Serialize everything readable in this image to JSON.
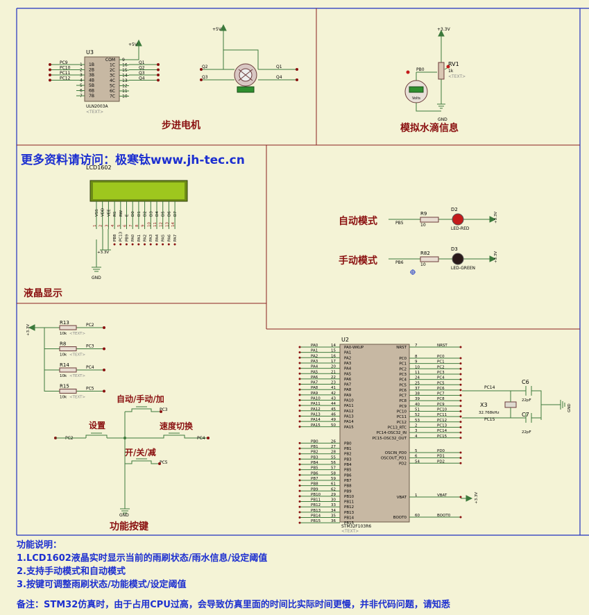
{
  "sections": {
    "stepper_motor": "步进电机",
    "water_sim": "模拟水滴信息",
    "lcd": "液晶显示",
    "keys": "功能按键"
  },
  "banner": "更多资料请访问：极寒钛www.jh-tec.cn",
  "mode_labels": {
    "auto": "自动模式",
    "manual": "手动模式"
  },
  "key_labels": {
    "auto_manual_add": "自动/手动/加",
    "set": "设置",
    "speed": "速度切换",
    "onoff_sub": "开/关/减"
  },
  "notes": {
    "title": "功能说明：",
    "items": [
      "1.LCD1602液晶实时显示当前的雨刷状态/雨水信息/设定阈值",
      "2.支持手动模式和自动模式",
      "3.按键可调整雨刷状态/功能模式/设定阈值"
    ],
    "remark": "备注：STM32仿真时，由于占用CPU过高，会导致仿真里面的时间比实际时间更慢，并非代码问题，请知悉"
  },
  "components": {
    "uln2003": {
      "ref": "U3",
      "part": "ULN2003A",
      "text": "<TEXT>",
      "left_nets": [
        "PC9",
        "PC10",
        "PC11",
        "PC12"
      ],
      "left_pins": [
        "1B",
        "2B",
        "3B",
        "4B",
        "5B",
        "6B",
        "7B"
      ],
      "left_nums": [
        "1",
        "2",
        "3",
        "4",
        "5",
        "6",
        "7"
      ],
      "right_pins": [
        "COM",
        "1C",
        "2C",
        "3C",
        "4C",
        "5C",
        "6C",
        "7C"
      ],
      "right_nums": [
        "9",
        "16",
        "15",
        "14",
        "13",
        "12",
        "11",
        "10"
      ],
      "right_nets": [
        "Q1",
        "Q2",
        "Q3",
        "Q4"
      ],
      "vcc": "+5V"
    },
    "motor": {
      "vcc": "+5V",
      "nets": [
        "Q2",
        "Q3",
        "Q1",
        "Q4"
      ]
    },
    "rv1": {
      "ref": "RV1",
      "value": "1k",
      "text": "<TEXT>",
      "net": "PB0",
      "vcc": "+3.3V",
      "gnd": "GND",
      "meter": "Volts"
    },
    "lcd": {
      "ref": "LCD1602",
      "pins": [
        "VSS",
        "VDD",
        "VEE",
        "RS",
        "RW",
        "E",
        "D0",
        "D1",
        "D2",
        "D3",
        "D4",
        "D5",
        "D6",
        "D7"
      ],
      "nums": [
        "1",
        "2",
        "3",
        "4",
        "5",
        "6",
        "7",
        "8",
        "9",
        "10",
        "11",
        "12",
        "13",
        "14"
      ],
      "nets": [
        "PB8",
        "PC13",
        "PB9",
        "PA0",
        "PA1",
        "PA2",
        "PA3",
        "PA4",
        "PA5",
        "PA6",
        "PA7"
      ],
      "vcc": "+3.3V",
      "gnd": "GND"
    },
    "leds": [
      {
        "net": "PB5",
        "res_ref": "R9",
        "res_val": "10",
        "led_ref": "D2",
        "led_part": "LED-RED",
        "vcc": "+3.3V"
      },
      {
        "net": "PB6",
        "res_ref": "R82",
        "res_val": "10",
        "led_ref": "D3",
        "led_part": "LED-GREEN",
        "vcc": "+3.3V"
      }
    ],
    "pullups": {
      "vcc": "+3.3V",
      "items": [
        {
          "ref": "R13",
          "val": "10k",
          "text": "<TEXT>",
          "net": "PC2"
        },
        {
          "ref": "R8",
          "val": "10k",
          "text": "<TEXT>",
          "net": "PC3"
        },
        {
          "ref": "R14",
          "val": "10k",
          "text": "<TEXT>",
          "net": "PC4"
        },
        {
          "ref": "R15",
          "val": "10k",
          "text": "<TEXT>",
          "net": "PC5"
        }
      ]
    },
    "buttons": {
      "nets": [
        "PC3",
        "PC2",
        "PC4",
        "PC5"
      ],
      "gnd": "GND"
    },
    "mcu": {
      "ref": "U2",
      "part": "STM32F103R6",
      "text": "<TEXT>",
      "left_nets": [
        "PA0",
        "PA1",
        "PA2",
        "PA3",
        "PA4",
        "PA5",
        "PA6",
        "PA7",
        "PA8",
        "PA9",
        "PA10",
        "PA11",
        "PA12",
        "PA13",
        "PA14",
        "PA15",
        "PB0",
        "PB1",
        "PB2",
        "PB3",
        "PB4",
        "PB5",
        "PB6",
        "PB7",
        "PB8",
        "PB9",
        "PB10",
        "PB11",
        "PB12",
        "PB13",
        "PB14",
        "PB15"
      ],
      "left_pins": [
        "PA0-WKUP",
        "PA1",
        "PA2",
        "PA3",
        "PA4",
        "PA5",
        "PA6",
        "PA7",
        "PA8",
        "PA9",
        "PA10",
        "PA11",
        "PA12",
        "PA13",
        "PA14",
        "PA15",
        "PB0",
        "PB1",
        "PB2",
        "PB3",
        "PB4",
        "PB5",
        "PB6",
        "PB7",
        "PB8",
        "PB9",
        "PB10",
        "PB11",
        "PB12",
        "PB13",
        "PB14",
        "PB15"
      ],
      "left_nums": [
        "14",
        "15",
        "16",
        "17",
        "20",
        "21",
        "22",
        "23",
        "41",
        "42",
        "43",
        "44",
        "45",
        "46",
        "49",
        "50",
        "26",
        "27",
        "28",
        "55",
        "56",
        "57",
        "58",
        "59",
        "61",
        "62",
        "29",
        "30",
        "33",
        "34",
        "35",
        "36"
      ],
      "right_groups": [
        {
          "pins": [
            "NRST"
          ],
          "nums": [
            "7"
          ],
          "nets": [
            "NRST"
          ]
        },
        {
          "pins": [
            "PC0",
            "PC1",
            "PC2",
            "PC3",
            "PC4",
            "PC5",
            "PC6",
            "PC7",
            "PC8",
            "PC9",
            "PC10",
            "PC11",
            "PC12",
            "PC13_RTC",
            "PC14-OSC32_IN",
            "PC15-OSC32_OUT"
          ],
          "nums": [
            "8",
            "9",
            "10",
            "11",
            "24",
            "25",
            "37",
            "38",
            "39",
            "40",
            "51",
            "52",
            "53",
            "2",
            "3",
            "4"
          ],
          "nets": [
            "PC0",
            "PC1",
            "PC2",
            "PC3",
            "PC4",
            "PC5",
            "PC6",
            "PC7",
            "PC8",
            "PC9",
            "PC10",
            "PC11",
            "PC12",
            "PC13",
            "PC14",
            "PC15"
          ]
        },
        {
          "pins": [
            "OSCIN_PD0",
            "OSCOUT_PD1",
            "PD2"
          ],
          "nums": [
            "5",
            "6",
            "54"
          ],
          "nets": [
            "PD0",
            "PD1",
            "PD2"
          ]
        },
        {
          "pins": [
            "VBAT"
          ],
          "nums": [
            "1"
          ],
          "nets": [
            "VBAT"
          ]
        },
        {
          "pins": [
            "BOOT0"
          ],
          "nums": [
            "60"
          ],
          "nets": [
            "BOOT0"
          ]
        }
      ],
      "vbat": "+3.3V"
    },
    "crystal": {
      "ref": "X3",
      "freq": "32.768kHz",
      "caps": [
        "C6",
        "C7"
      ],
      "cap_val": "22pF",
      "nets": [
        "PC14",
        "PC15"
      ],
      "gnd": "GND"
    }
  },
  "colors": {
    "bg": "#f4f3d6",
    "border": "#1f2fbf",
    "box": "#8a1f1f",
    "wire": "#3c7a3c",
    "chip": "#c7b8a3",
    "lcd": "#9ec71e"
  }
}
